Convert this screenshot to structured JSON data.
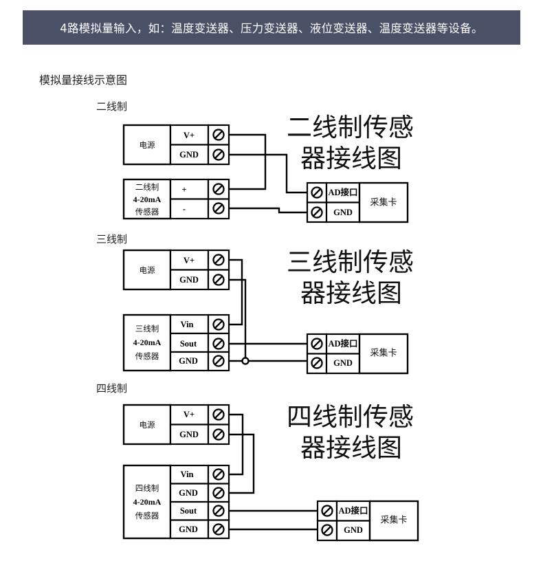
{
  "banner": {
    "text": "4路模拟量输入，如：温度变送器、压力变送器、液位变送器、温度变送器等设备。",
    "bg_color": "#4a5167",
    "text_color": "#ffffff"
  },
  "section": {
    "title": "模拟量接线示意图"
  },
  "common": {
    "power_label": "电源",
    "terminal_vplus": "V+",
    "terminal_gnd": "GND",
    "terminal_vin": "Vin",
    "terminal_sout": "Sout",
    "terminal_plus": "+",
    "terminal_minus": "-",
    "ad_port_label": "AD接口",
    "ad_gnd_label": "GND",
    "card_label": "采集卡",
    "sensor_current": "4-20mA",
    "sensor_suffix": "传感器",
    "screw_icon": "screw-terminal-icon",
    "junction_icon": "junction-dot-icon"
  },
  "diagrams": [
    {
      "id": "two-wire",
      "label": "二线制",
      "title_line1": "二线制传感",
      "title_line2": "器接线图",
      "power": {
        "name": "电源",
        "terminals": [
          "V+",
          "GND"
        ]
      },
      "sensor": {
        "name_line1": "二线制",
        "name_line2": "4-20mA",
        "name_line3": "传感器",
        "terminals": [
          "+",
          "-"
        ]
      },
      "card": {
        "name": "采集卡",
        "terminals": [
          "AD接口",
          "GND"
        ]
      }
    },
    {
      "id": "three-wire",
      "label": "三线制",
      "title_line1": "三线制传感",
      "title_line2": "器接线图",
      "power": {
        "name": "电源",
        "terminals": [
          "V+",
          "GND"
        ]
      },
      "sensor": {
        "name_line1": "三线制",
        "name_line2": "4-20mA",
        "name_line3": "传感器",
        "terminals": [
          "Vin",
          "Sout",
          "GND"
        ]
      },
      "card": {
        "name": "采集卡",
        "terminals": [
          "AD接口",
          "GND"
        ]
      }
    },
    {
      "id": "four-wire",
      "label": "四线制",
      "title_line1": "四线制传感",
      "title_line2": "器接线图",
      "power": {
        "name": "电源",
        "terminals": [
          "V+",
          "GND"
        ]
      },
      "sensor": {
        "name_line1": "四线制",
        "name_line2": "4-20mA",
        "name_line3": "传感器",
        "terminals": [
          "Vin",
          "GND",
          "Sout",
          "GND"
        ]
      },
      "card": {
        "name": "采集卡",
        "terminals": [
          "AD接口",
          "GND"
        ]
      }
    }
  ]
}
